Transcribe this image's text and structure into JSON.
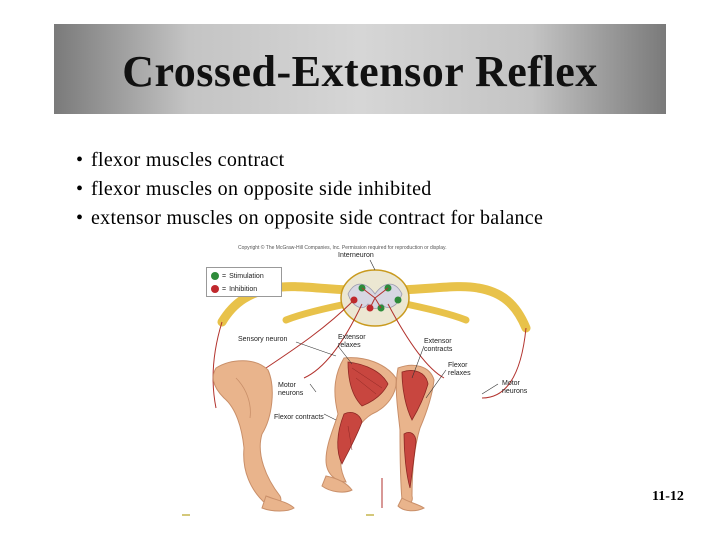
{
  "slide": {
    "title": "Crossed-Extensor Reflex",
    "bullets": [
      "flexor muscles contract",
      "flexor muscles on opposite side inhibited",
      "extensor muscles on opposite side contract for balance"
    ],
    "bullet_symbol": "•",
    "slide_number": "11-12"
  },
  "figure": {
    "copyright": "Copyright © The McGraw-Hill Companies, Inc. Permission required for reproduction or display.",
    "labels": {
      "interneuron": "Interneuron",
      "sensory_neuron": "Sensory neuron",
      "extensor_relaxes": "Extensor\nrelaxes",
      "extensor_contracts": "Extensor\ncontracts",
      "flexor_relaxes": "Flexor\nrelaxes",
      "motor_neurons_left": "Motor\nneurons",
      "motor_neurons_right": "Motor\nneurons",
      "flexor_contracts": "Flexor contracts"
    },
    "legend": {
      "items": [
        {
          "symbol": "+",
          "eq": "=",
          "label": "Stimulation",
          "color": "#2e8b3a"
        },
        {
          "symbol": "–",
          "eq": "=",
          "label": "Inhibition",
          "color": "#c0282d"
        }
      ]
    }
  },
  "colors": {
    "nerve": "#e8c24a",
    "nerve_dark": "#c99a1e",
    "muscle": "#c8463f",
    "skin": "#e9b48c",
    "spinal_gray": "#d7d7e2",
    "neuron_line": "#b2322d"
  }
}
